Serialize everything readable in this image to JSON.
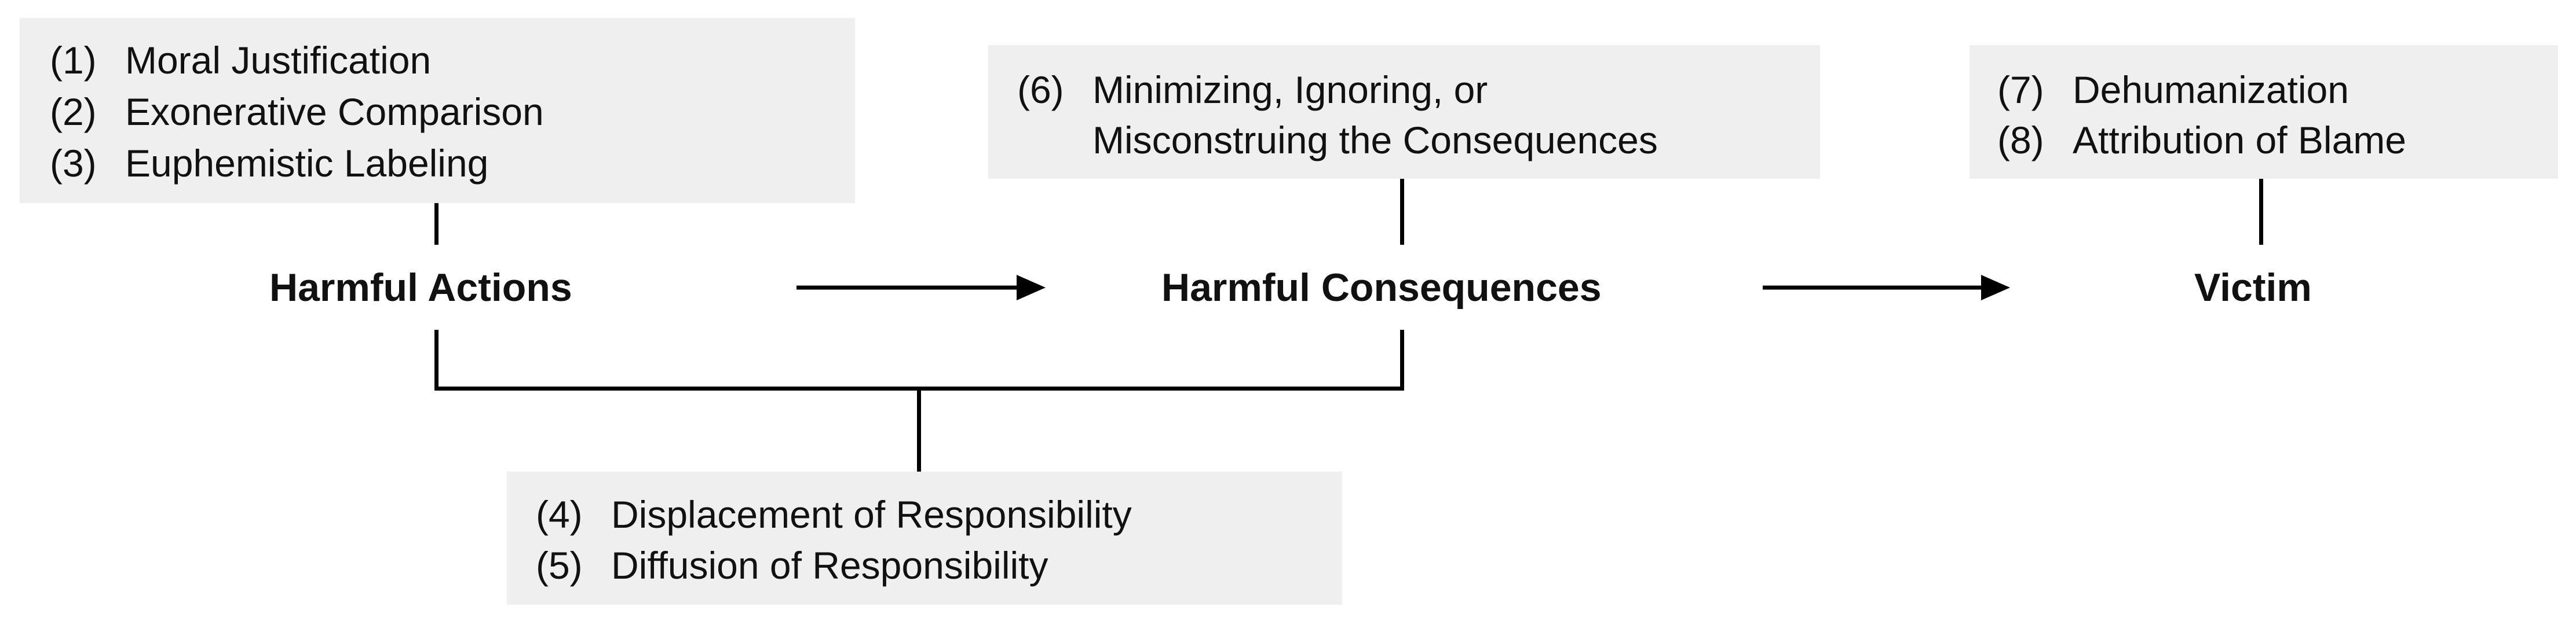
{
  "nodes": {
    "actions": "Harmful Actions",
    "consequences": "Harmful Consequences",
    "victim": "Victim"
  },
  "groups": {
    "g1": {
      "items": [
        {
          "num": "(1)",
          "text": "Moral Justification"
        },
        {
          "num": "(2)",
          "text": "Exonerative Comparison"
        },
        {
          "num": "(3)",
          "text": "Euphemistic Labeling"
        }
      ]
    },
    "g2": {
      "items": [
        {
          "num": "(4)",
          "text": "Displacement of Responsibility"
        },
        {
          "num": "(5)",
          "text": "Diffusion of Responsibility"
        }
      ]
    },
    "g3": {
      "items": [
        {
          "num": "(6)",
          "text": "Minimizing, Ignoring, or",
          "cont": "Misconstruing the Consequences"
        }
      ]
    },
    "g4": {
      "items": [
        {
          "num": "(7)",
          "text": "Dehumanization"
        },
        {
          "num": "(8)",
          "text": "Attribution of Blame"
        }
      ]
    }
  }
}
